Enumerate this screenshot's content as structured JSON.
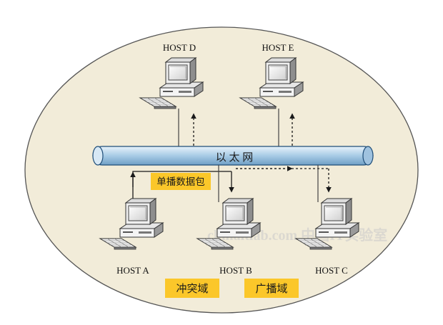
{
  "hosts": {
    "d": "HOST D",
    "e": "HOST E",
    "a": "HOST A",
    "b": "HOST B",
    "c": "HOST C"
  },
  "bus_label": "以 太 网",
  "unicast_label": "单播数据包",
  "collision_label": "冲突域",
  "broadcast_label": "广播域",
  "watermark": "chinaitlab.com 中国IT实验室",
  "colors": {
    "ellipse_fill": "#f2ecd9",
    "bus_fill": "#bcd7ec",
    "label_bg": "#fbc72a"
  },
  "icons": [
    "computer-icon",
    "monitor-icon",
    "keyboard-icon"
  ]
}
